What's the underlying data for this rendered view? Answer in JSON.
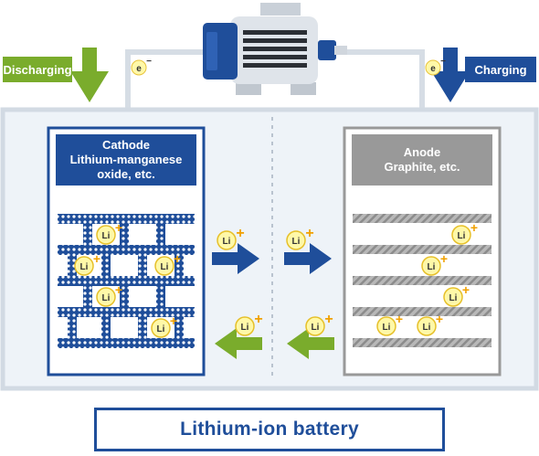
{
  "labels": {
    "discharging": "Discharging",
    "charging": "Charging",
    "electron": "e",
    "electron_sign": "−",
    "ion": "Li",
    "ion_sign": "+"
  },
  "cathode": {
    "title": "Cathode",
    "subtitle_line1": "Lithium-manganese",
    "subtitle_line2": "oxide, etc."
  },
  "anode": {
    "title": "Anode",
    "subtitle": "Graphite, etc."
  },
  "battery_label": "Lithium-ion battery",
  "colors": {
    "blue": "#1f4e9a",
    "green": "#7aac2c",
    "gray": "#999999",
    "battery_fill": "#eef3f8",
    "ion_fill": "#fff8a8"
  }
}
